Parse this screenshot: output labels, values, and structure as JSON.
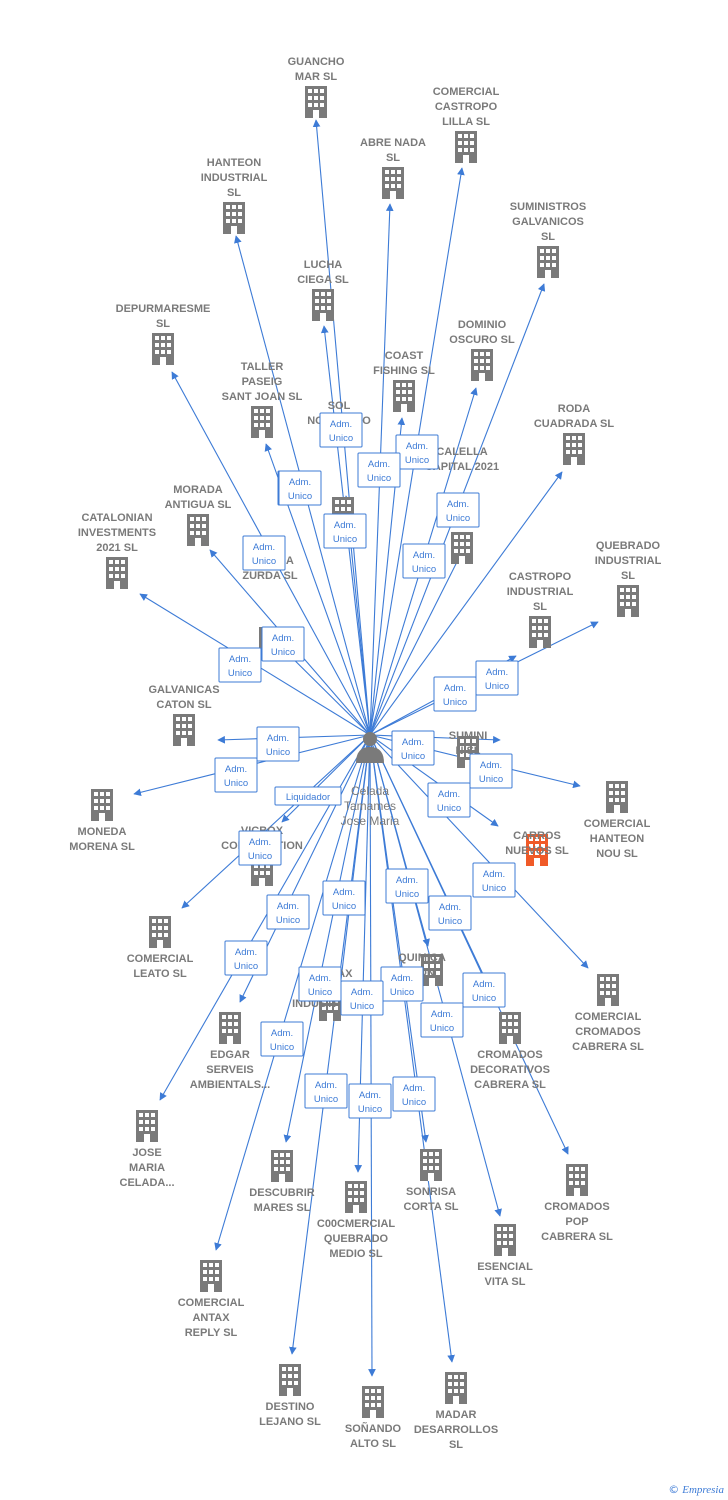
{
  "center": {
    "lines": [
      "Celada",
      "Tamames",
      "Jose Maria"
    ]
  },
  "colors": {
    "edge": "#3d7bd6",
    "node": "#7a7a7a",
    "highlight": "#f05a28",
    "person": "#7a7a7a"
  },
  "icon_names": {
    "company": "building-icon",
    "person": "person-icon"
  },
  "nodes": [
    {
      "id": "guancho",
      "lines": [
        "GUANCHO",
        "MAR  SL"
      ]
    },
    {
      "id": "comercial-castropo-lilla",
      "lines": [
        "COMERCIAL",
        "CASTROPO",
        "LILLA  SL"
      ]
    },
    {
      "id": "abre-nada",
      "lines": [
        "ABRE NADA",
        "SL"
      ]
    },
    {
      "id": "hanteon-industrial",
      "lines": [
        "HANTEON",
        "INDUSTRIAL",
        "SL"
      ]
    },
    {
      "id": "suministros-galvanicos",
      "lines": [
        "SUMINISTROS",
        "GALVANICOS",
        "SL"
      ]
    },
    {
      "id": "lucha-ciega",
      "lines": [
        "LUCHA",
        "CIEGA  SL"
      ]
    },
    {
      "id": "depurmaresme",
      "lines": [
        "DEPURMARESME",
        "SL"
      ]
    },
    {
      "id": "dominio-oscuro",
      "lines": [
        "DOMINIO",
        "OSCURO  SL"
      ]
    },
    {
      "id": "coast-fishing",
      "lines": [
        "COAST",
        "FISHING  SL"
      ]
    },
    {
      "id": "taller-paseig",
      "lines": [
        "TALLER",
        "PASEIG",
        "SANT JOAN  SL"
      ]
    },
    {
      "id": "roda-cuadrada",
      "lines": [
        "RODA",
        "CUADRADA  SL"
      ]
    },
    {
      "id": "sol-nocturno",
      "lines": [
        "SOL",
        "NOCTURNO",
        "SL"
      ]
    },
    {
      "id": "calella",
      "lines": [
        "CALELLA",
        "CAPITAL 2021"
      ]
    },
    {
      "id": "morada-antigua",
      "lines": [
        "MORADA",
        "ANTIGUA  SL"
      ]
    },
    {
      "id": "catalonian",
      "lines": [
        "CATALONIAN",
        "INVESTMENTS",
        "2021  SL"
      ]
    },
    {
      "id": "quebrado-industrial",
      "lines": [
        "QUEBRADO",
        "INDUSTRIAL",
        "SL"
      ]
    },
    {
      "id": "castropo-industrial",
      "lines": [
        "CASTROPO",
        "INDUSTRIAL",
        "SL"
      ]
    },
    {
      "id": "quimica-zurda",
      "lines": [
        "QUIMICA",
        "ZURDA  SL"
      ]
    },
    {
      "id": "galvanicas-caton",
      "lines": [
        "GALVANICAS",
        "CATON  SL"
      ]
    },
    {
      "id": "suministros-x",
      "lines": [
        "SUMINI",
        "N  SL"
      ]
    },
    {
      "id": "moneda-morena",
      "lines": [
        "MONEDA",
        "MORENA  SL"
      ]
    },
    {
      "id": "comercial-hanteon-nou",
      "lines": [
        "COMERCIAL",
        "HANTEON",
        "NOU  SL"
      ]
    },
    {
      "id": "carros-nuevos",
      "lines": [
        "CARROS",
        "NUEVOS  SL"
      ],
      "highlight": true
    },
    {
      "id": "vicbox",
      "lines": [
        "VICBOX",
        "CORPORATION",
        "SL"
      ]
    },
    {
      "id": "comercial-leato",
      "lines": [
        "COMERCIAL",
        "LEATO  SL"
      ]
    },
    {
      "id": "comercial-cromados-cabrera",
      "lines": [
        "COMERCIAL",
        "CROMADOS",
        "CABRERA  SL"
      ]
    },
    {
      "id": "quimica-mon",
      "lines": [
        "QUIMICA",
        "MON"
      ]
    },
    {
      "id": "hantax-duo",
      "lines": [
        "HANTAX",
        "DUO",
        "INDUSTRIAL..."
      ]
    },
    {
      "id": "edgar-serveis",
      "lines": [
        "EDGAR",
        "SERVEIS",
        "AMBIENTALS..."
      ]
    },
    {
      "id": "cromados-decorativos",
      "lines": [
        "CROMADOS",
        "DECORATIVOS",
        "CABRERA  SL"
      ]
    },
    {
      "id": "jose-maria-celada",
      "lines": [
        "JOSE",
        "MARIA",
        "CELADA..."
      ]
    },
    {
      "id": "descubrir-mares",
      "lines": [
        "DESCUBRIR",
        "MARES  SL"
      ]
    },
    {
      "id": "sonrisa-corta",
      "lines": [
        "SONRISA",
        "CORTA  SL"
      ]
    },
    {
      "id": "cromados-pop",
      "lines": [
        "CROMADOS",
        "POP",
        "CABRERA  SL"
      ]
    },
    {
      "id": "c00mercial-quebrado",
      "lines": [
        "C00CMERCIAL",
        "QUEBRADO",
        "MEDIO  SL"
      ]
    },
    {
      "id": "esencial-vita",
      "lines": [
        "ESENCIAL",
        "VITA  SL"
      ]
    },
    {
      "id": "comercial-antax",
      "lines": [
        "COMERCIAL",
        "ANTAX",
        "REPLY  SL"
      ]
    },
    {
      "id": "destino-lejano",
      "lines": [
        "DESTINO",
        "LEJANO  SL"
      ]
    },
    {
      "id": "sonando-alto",
      "lines": [
        "SOÑANDO",
        "ALTO  SL"
      ]
    },
    {
      "id": "madar",
      "lines": [
        "MADAR",
        "DESARROLLOS",
        "SL"
      ]
    }
  ],
  "edge_labels": {
    "adm": [
      "Adm.",
      "Unico"
    ],
    "liquidador": [
      "Liquidador"
    ]
  },
  "footer": {
    "copyright": "©",
    "brand": "Empresia"
  }
}
